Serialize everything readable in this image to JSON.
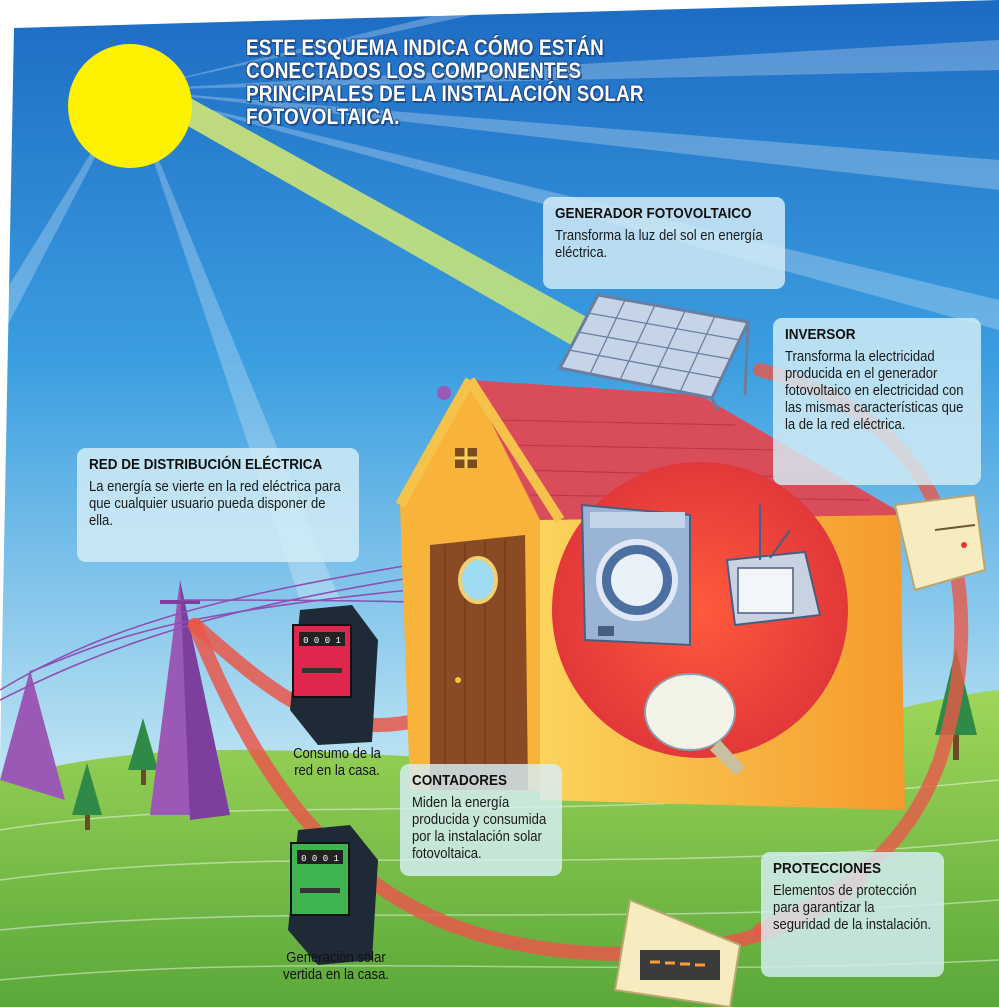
{
  "title": "ESTE ESQUEMA INDICA CÓMO ESTÁN CONECTADOS LOS COMPONENTES PRINCIPALES DE LA INSTALACIÓN SOLAR FOTOVOLTAICA.",
  "boxes": {
    "generador": {
      "title": "GENERADOR FOTOVOLTAICO",
      "text": "Transforma la luz del sol en energía eléctrica."
    },
    "inversor": {
      "title": "INVERSOR",
      "text": "Transforma la electricidad producida en el generador fotovoltaico en electricidad con las mismas características que la de la red eléctrica."
    },
    "red": {
      "title": "RED DE DISTRIBUCIÓN ELÉCTRICA",
      "text": "La energía se vierte en la red eléctrica para que cualquier usuario pueda disponer de ella."
    },
    "contadores": {
      "title": "CONTADORES",
      "text": "Miden la energía producida y consumida por la instalación solar fotovoltaica."
    },
    "protecciones": {
      "title": "PROTECCIONES",
      "text": "Elementos de protección para garantizar la seguridad de la instalación."
    }
  },
  "meters": {
    "consumo": {
      "reading": "0 0 0 1",
      "caption": "Consumo de la red en la casa."
    },
    "generacion": {
      "reading": "0 0 0 1",
      "caption": "Generación solar vertida en la casa."
    }
  },
  "colors": {
    "sky_top": "#1f6fc7",
    "sky_bottom": "#bfe6f5",
    "sun": "#fff200",
    "grass": "#7ec44a",
    "house_wall": "#f7b33a",
    "roof": "#d94c5a",
    "flow": "#e8584a",
    "pylon": "#9b59b6",
    "door": "#8a4a24",
    "meter_red": "#e0254f",
    "meter_green": "#3fb34f"
  }
}
